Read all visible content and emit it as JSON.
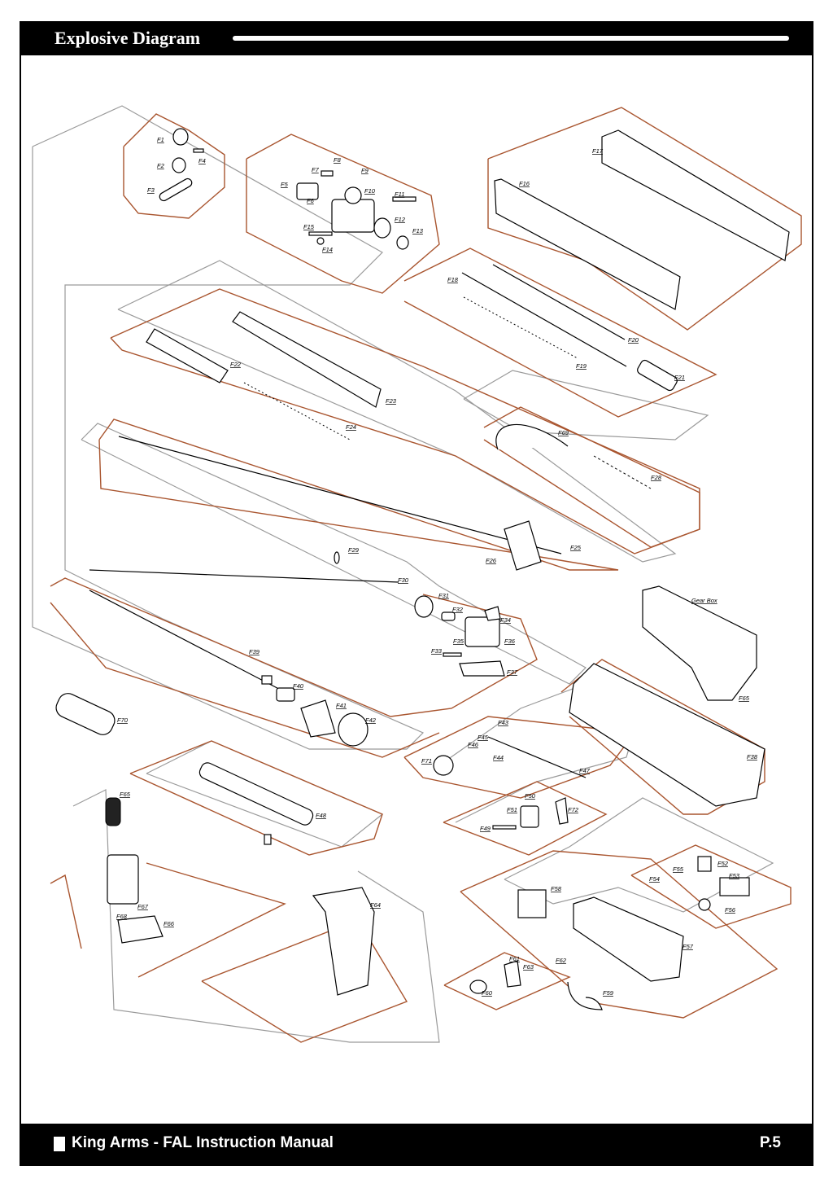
{
  "header": {
    "title": "Explosive Diagram"
  },
  "footer": {
    "title": "King Arms - FAL Instruction Manual",
    "page": "P.5"
  },
  "labels": {
    "F1": "F1",
    "F2": "F2",
    "F3": "F3",
    "F4": "F4",
    "F5": "F5",
    "F6": "F6",
    "F7": "F7",
    "F8": "F8",
    "F9": "F9",
    "F10": "F10",
    "F11": "F11",
    "F12": "F12",
    "F13": "F13",
    "F14": "F14",
    "F15": "F15",
    "F16": "F16",
    "F17": "F17",
    "F18": "F18",
    "F19": "F19",
    "F20": "F20",
    "F21": "F21",
    "F22": "F22",
    "F23": "F23",
    "F24": "F24",
    "F25": "F25",
    "F26": "F26",
    "F28": "F28",
    "F29": "F29",
    "F30": "F30",
    "F31": "F31",
    "F32": "F32",
    "F33": "F33",
    "F34": "F34",
    "F35": "F35",
    "F36": "F36",
    "F37": "F37",
    "F38": "F38",
    "F39": "F39",
    "F40": "F40",
    "F41": "F41",
    "F42": "F42",
    "F43": "F43",
    "F44": "F44",
    "F45": "F45",
    "F46": "F46",
    "F47": "F47",
    "F48": "F48",
    "F49": "F49",
    "F50": "F50",
    "F51": "F51",
    "F52": "F52",
    "F53": "F53",
    "F54": "F54",
    "F55": "F55",
    "F56": "F56",
    "F57": "F57",
    "F58": "F58",
    "F59": "F59",
    "F60": "F60",
    "F61": "F61",
    "F62": "F62",
    "F63": "F63",
    "F64": "F64",
    "F65a": "F65",
    "F65b": "F65",
    "F66": "F66",
    "F67": "F67",
    "F68": "F68",
    "F69": "F69",
    "F70": "F70",
    "F71": "F71",
    "F72": "F72",
    "gearbox": "Gear Box"
  }
}
